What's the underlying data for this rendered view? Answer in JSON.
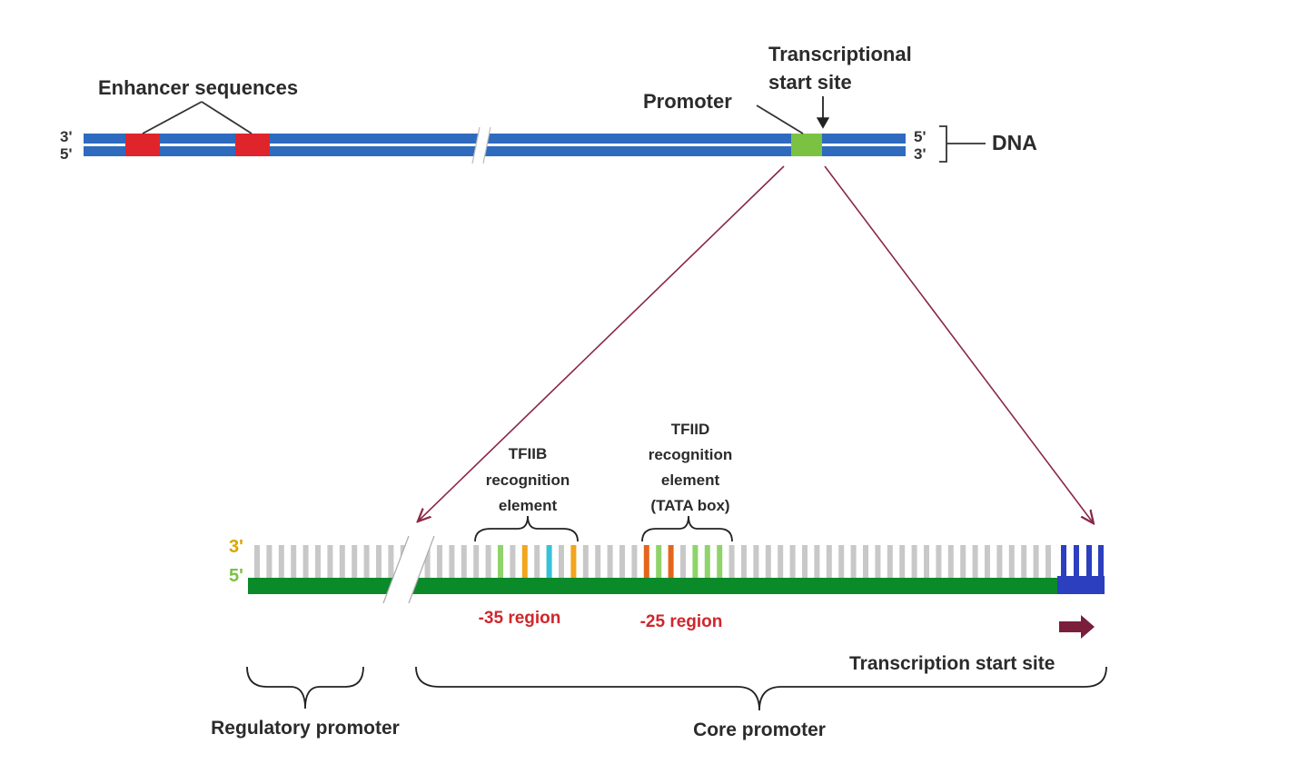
{
  "labels": {
    "enhancer": "Enhancer sequences",
    "transcriptional_line1": "Transcriptional",
    "transcriptional_line2": "start site",
    "promoter": "Promoter",
    "dna": "DNA",
    "tfiib_line1": "TFIIB",
    "tfiib_line2": "recognition",
    "tfiib_line3": "element",
    "tfiid_line1": "TFIID",
    "tfiid_line2": "recognition",
    "tfiid_line3": "element",
    "tfiid_line4": "(TATA box)",
    "region35": "-35 region",
    "region25": "-25 region",
    "tss": "Transcription start site",
    "regulatory": "Regulatory promoter",
    "core": "Core promoter"
  },
  "strand_ends": {
    "top_left_upper": "3'",
    "top_left_lower": "5'",
    "top_right_upper": "5'",
    "top_right_lower": "3'",
    "bottom_left_upper": "3'",
    "bottom_left_lower": "5'"
  },
  "colors": {
    "dna_blue": "#2e6bbf",
    "enhancer_red": "#e0242b",
    "promoter_green": "#7cc242",
    "strand_green": "#0b8a2a",
    "base_grey": "#c8c8c8",
    "tss_blue": "#2b3fbf",
    "arrow_maroon": "#8a2846",
    "region_red": "#d0262d",
    "end_yellow": "#d9a400",
    "end_green": "#7cc242",
    "base_orange": "#f2a51d",
    "base_cyan": "#36c3d9",
    "base_lightgreen": "#8fd36b",
    "base_darkorange": "#e3661c"
  },
  "base_pattern": {
    "tfiib": [
      "grey",
      "cyan",
      "lightgreen",
      "grey",
      "orange",
      "grey",
      "cyan",
      "grey",
      "orange",
      "orange"
    ],
    "tata": [
      "darkorange",
      "lightgreen",
      "darkorange",
      "grey",
      "lightgreen",
      "lightgreen",
      "lightgreen"
    ]
  }
}
